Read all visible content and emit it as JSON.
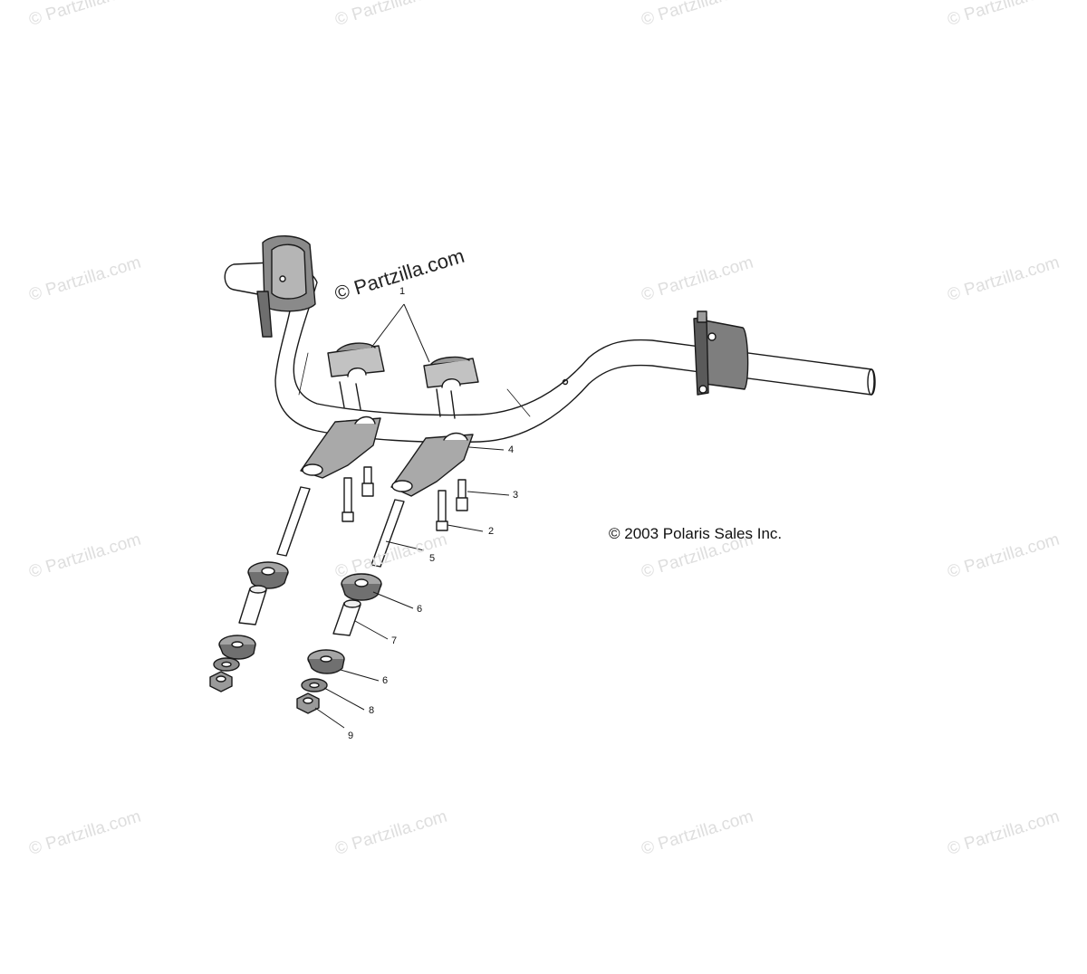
{
  "watermark": "© Partzilla.com",
  "copyright": "© 2003 Polaris Sales Inc.",
  "callouts": [
    "1",
    "2",
    "3",
    "4",
    "5",
    "6",
    "7",
    "6",
    "8",
    "9"
  ]
}
